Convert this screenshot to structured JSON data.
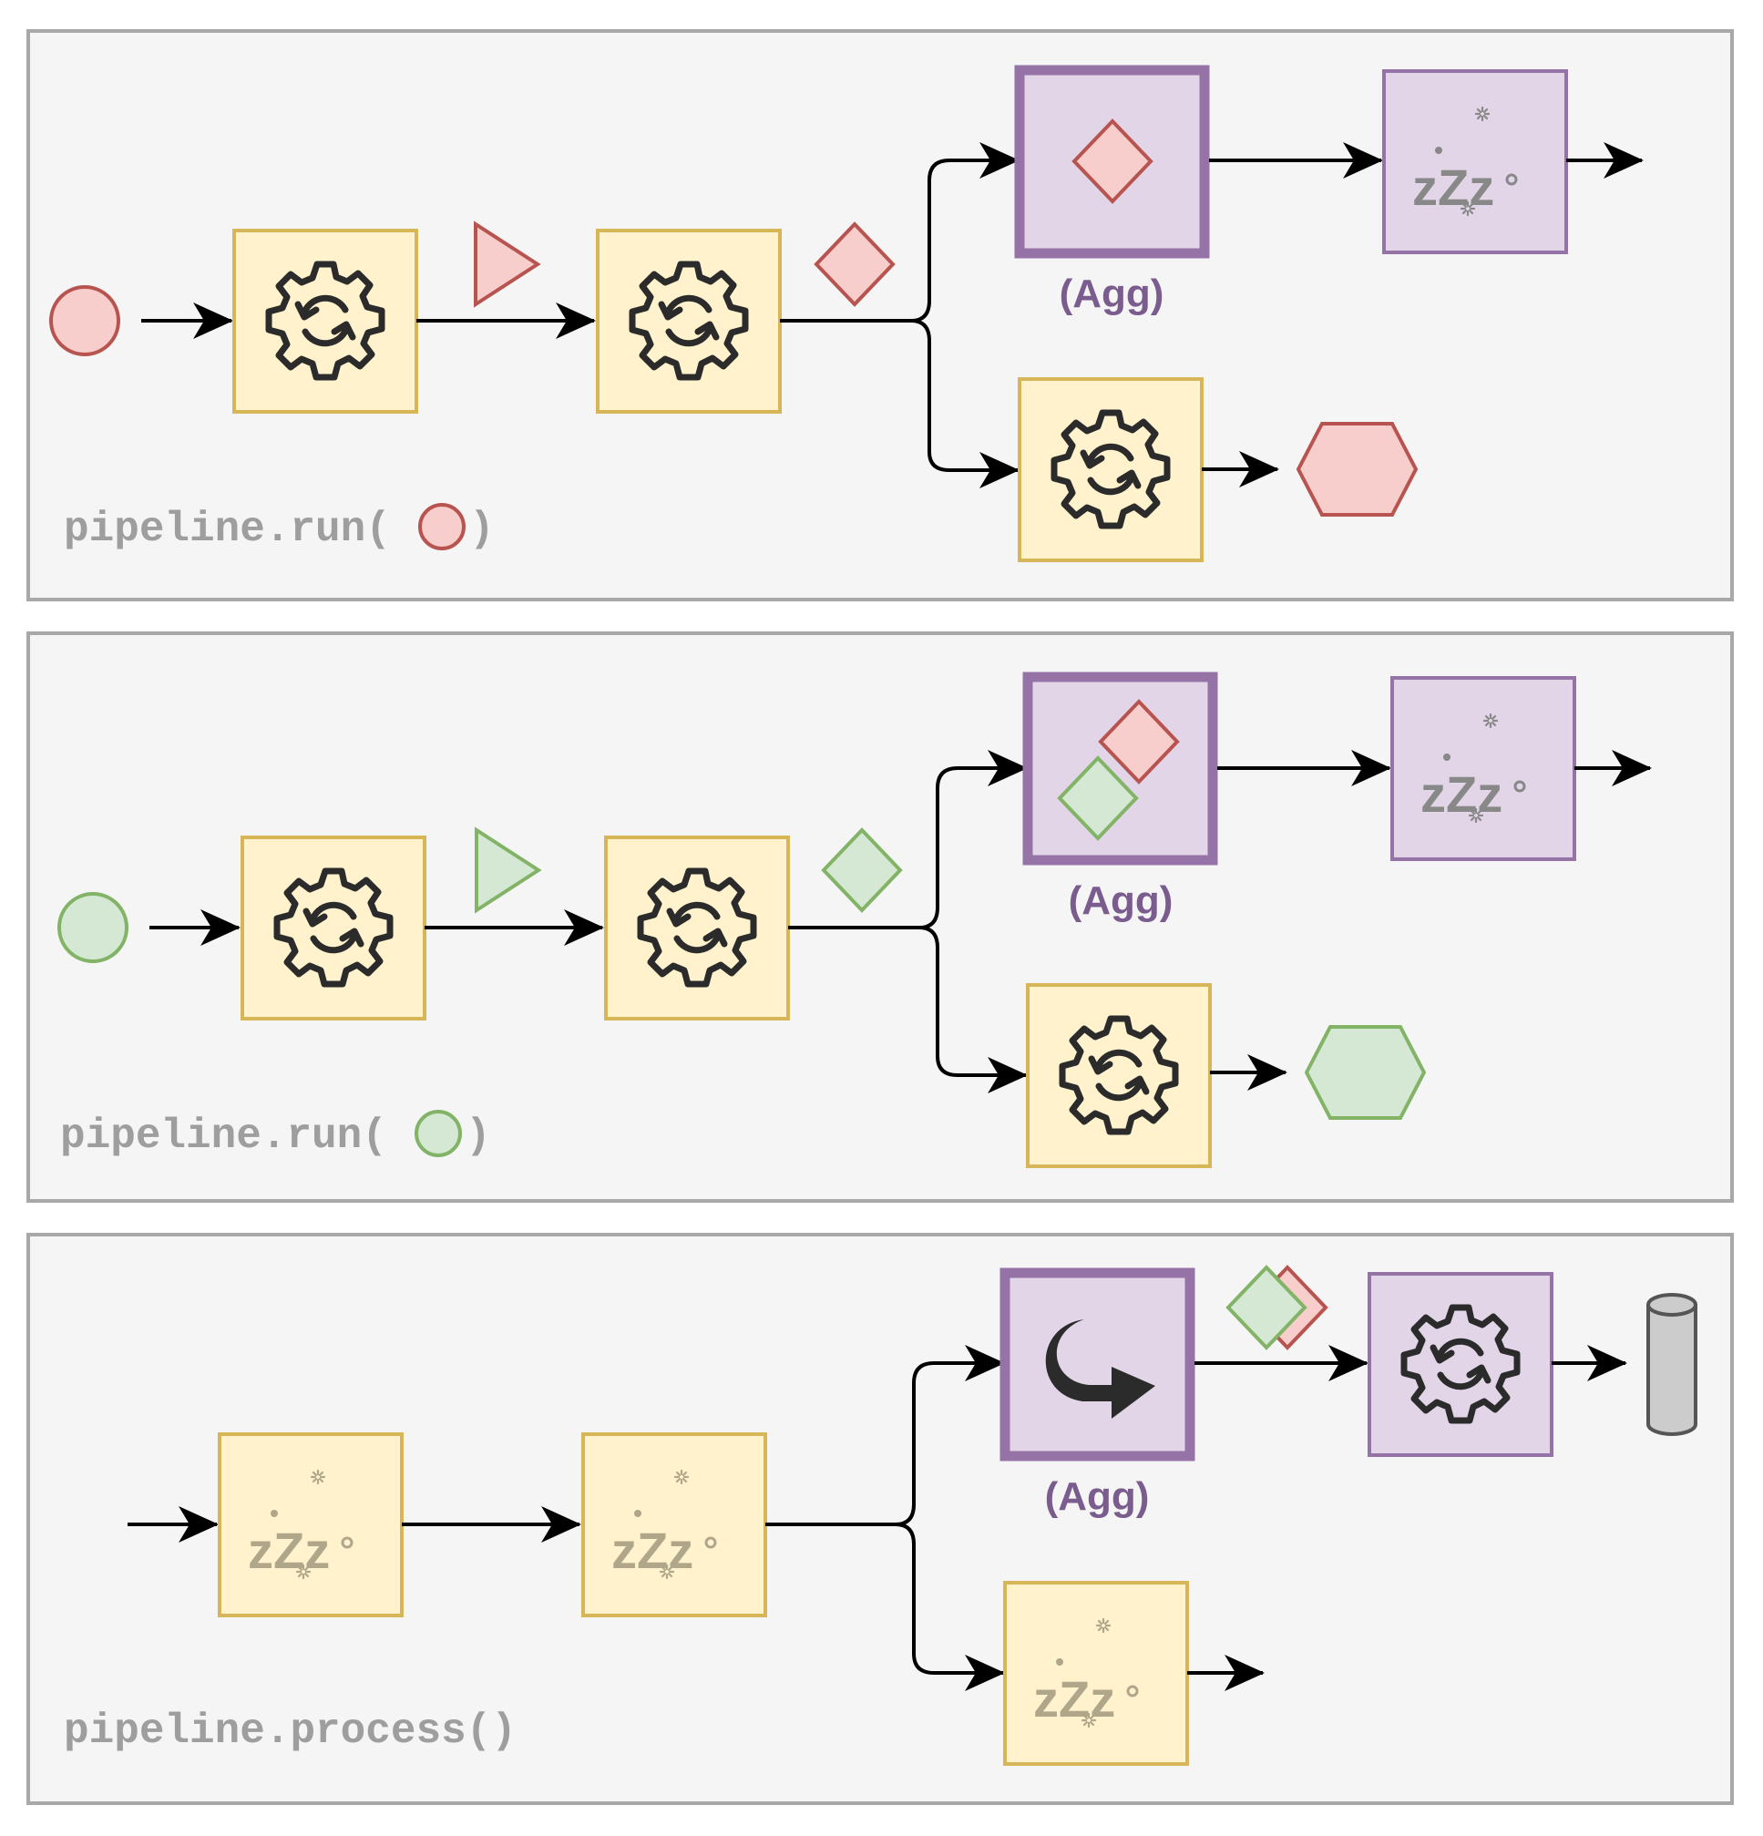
{
  "colors": {
    "panel_fill": "#f5f5f5",
    "panel_stroke": "#a8a8a8",
    "process_fill": "#fff2cc",
    "process_stroke": "#d6b656",
    "agg_fill": "#e1d5e7",
    "agg_stroke": "#9673a6",
    "agg_label": "#7a5c8e",
    "red_fill": "#f8cecc",
    "red_stroke": "#b85450",
    "green_fill": "#d5e8d4",
    "green_stroke": "#82b366",
    "code_label": "#9e9e9e",
    "arrow": "#000000",
    "gear": "#2b2b2b",
    "zzz_gray": "#888888",
    "zzz_tan": "#b0a78a"
  },
  "icons": {
    "processor": "gear-sync-icon",
    "sleeping": "sleeping-zzz-icon",
    "redirect": "curved-arrow-icon",
    "storage": "cylinder-database-icon"
  },
  "panels": [
    {
      "id": "run-red",
      "code_prefix": "pipeline.run(",
      "code_suffix": ")",
      "input_color": "red",
      "agg_label": "(Agg)",
      "zzz_text": "zZz"
    },
    {
      "id": "run-green",
      "code_prefix": "pipeline.run(",
      "code_suffix": ")",
      "input_color": "green",
      "agg_label": "(Agg)",
      "zzz_text": "zZz"
    },
    {
      "id": "process",
      "code_prefix": "pipeline.process()",
      "code_suffix": "",
      "agg_label": "(Agg)",
      "zzz_text": "zZz"
    }
  ]
}
